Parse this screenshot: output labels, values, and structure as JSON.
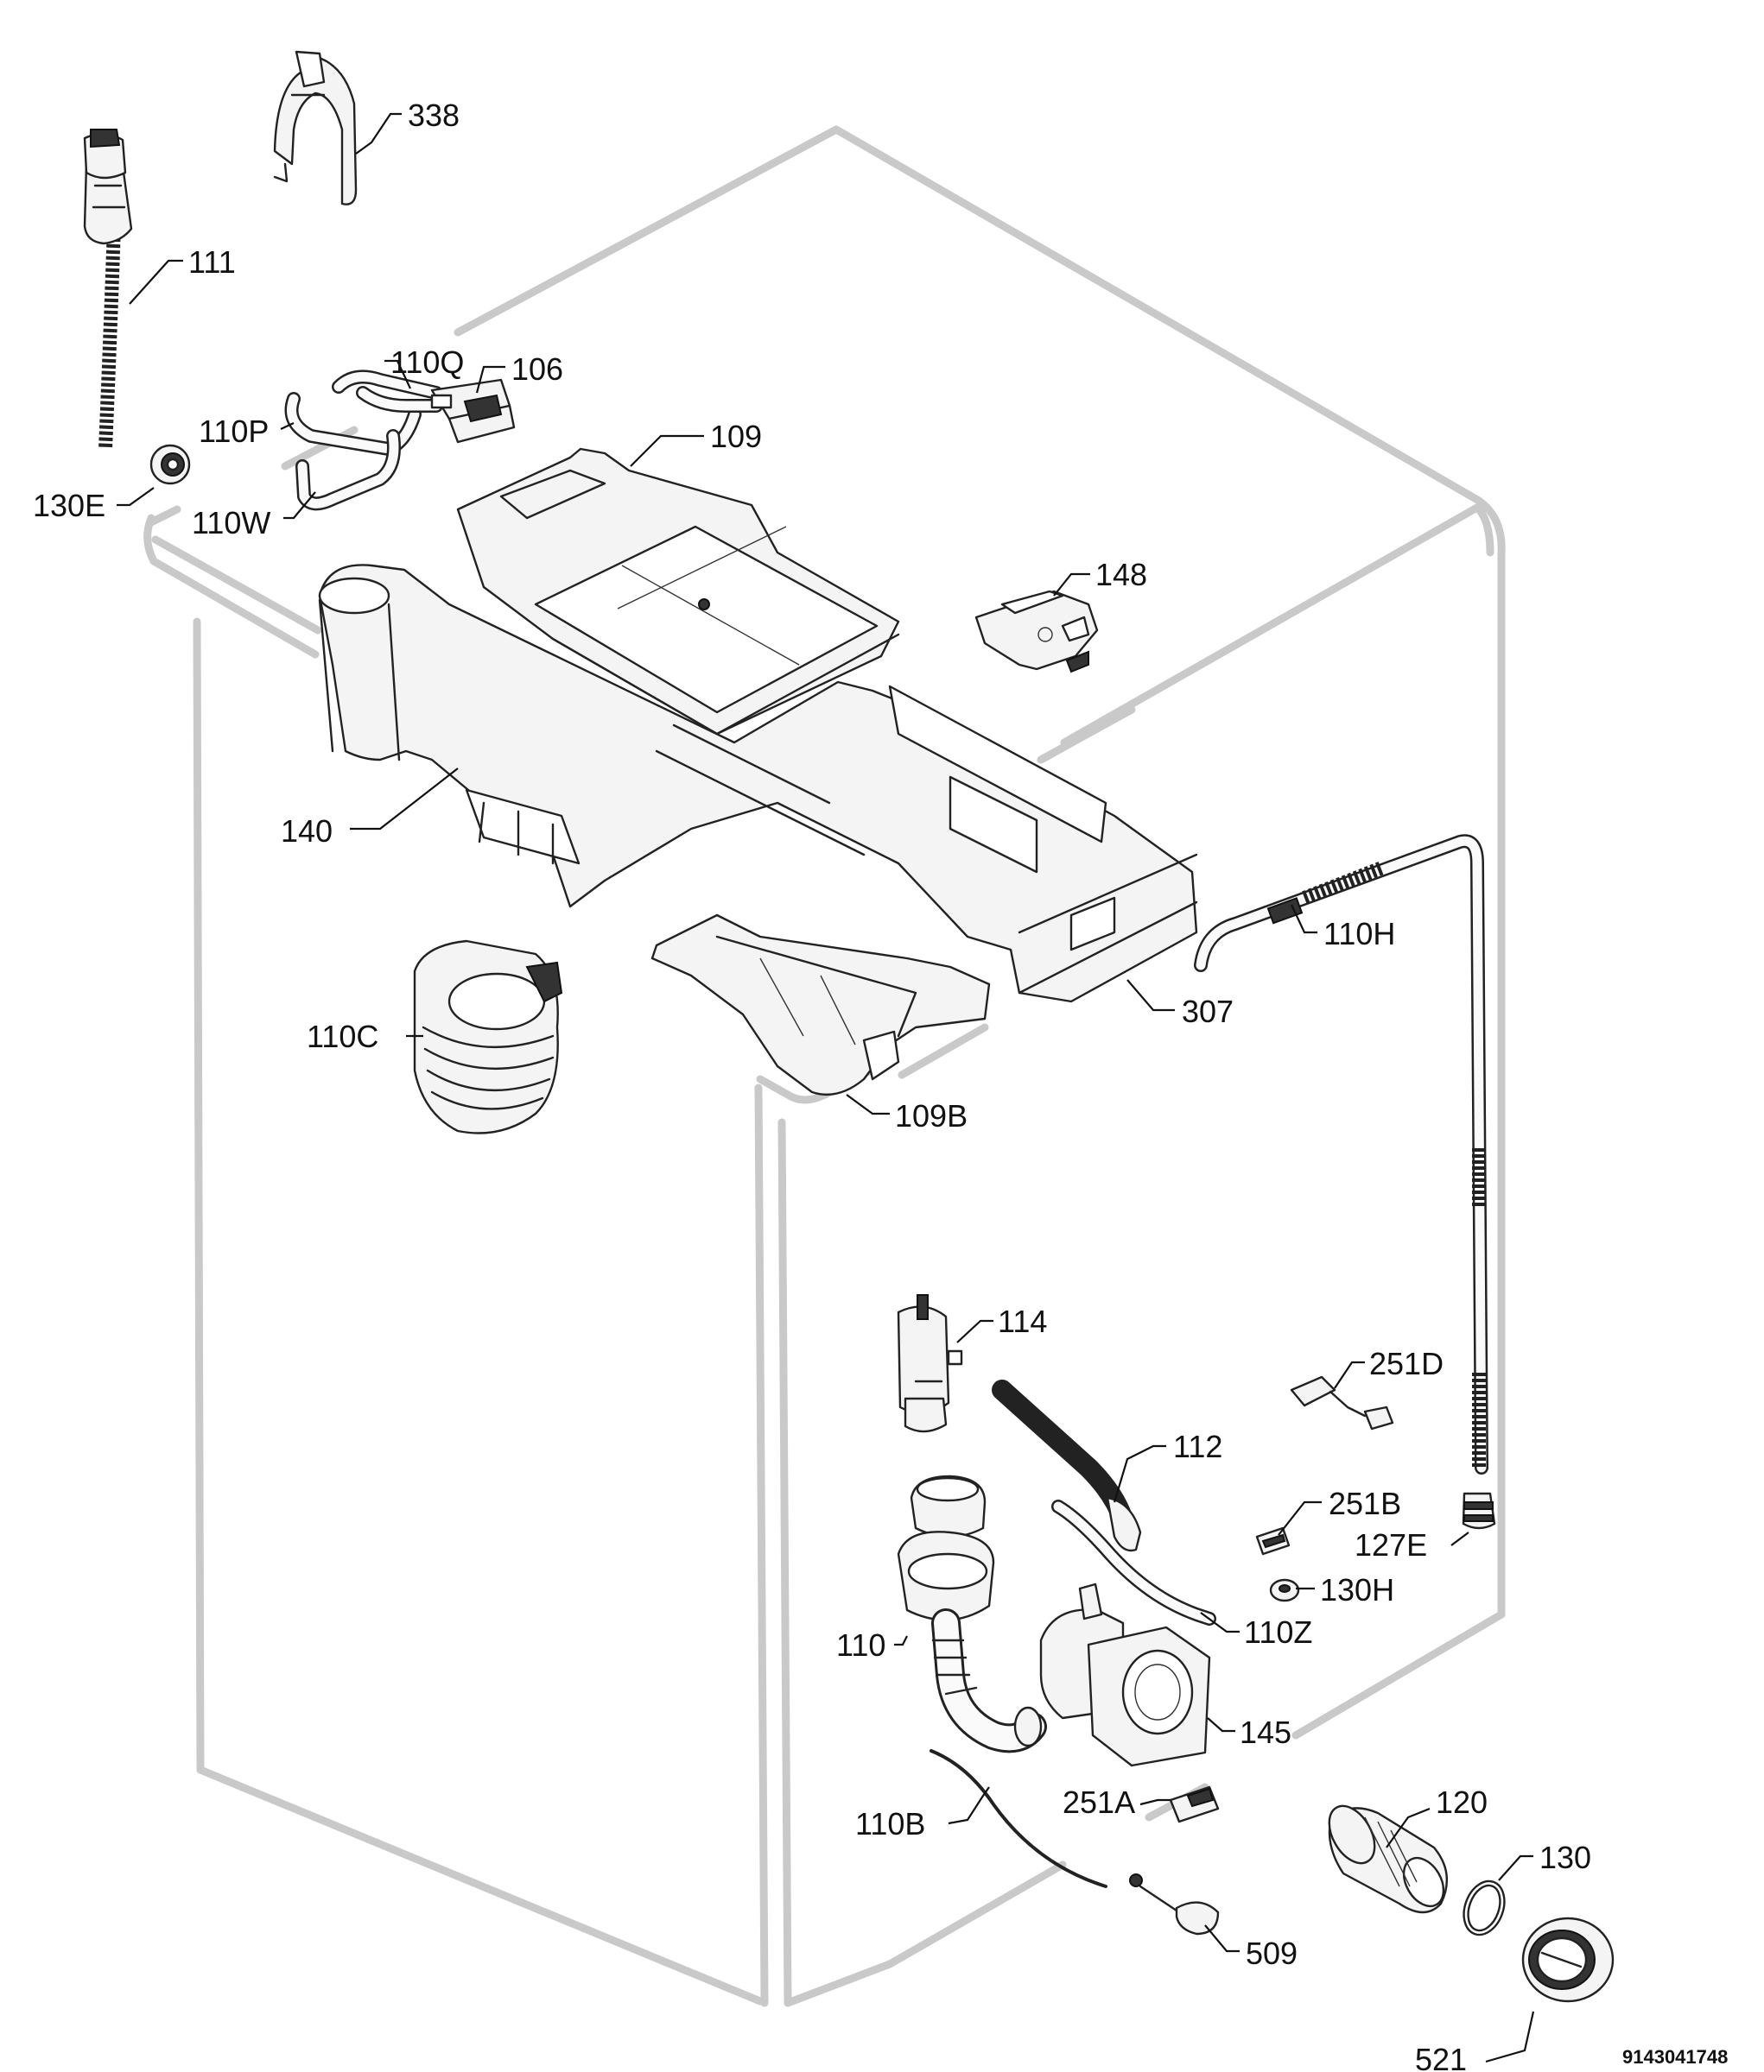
{
  "labels": {
    "p338": "338",
    "p111": "111",
    "p110Q": "110Q",
    "p106": "106",
    "p109": "109",
    "p110P": "110P",
    "p130E": "130E",
    "p110W": "110W",
    "p148": "148",
    "p140": "140",
    "p110H": "110H",
    "p307": "307",
    "p110C": "110C",
    "p109B": "109B",
    "p114": "114",
    "p251D": "251D",
    "p112": "112",
    "p251B": "251B",
    "p127E": "127E",
    "p130H": "130H",
    "p110": "110",
    "p110Z": "110Z",
    "p145": "145",
    "p251A": "251A",
    "p120": "120",
    "p110B": "110B",
    "p130": "130",
    "p509": "509",
    "p521": "521"
  },
  "document_number": "9143041748",
  "colors": {
    "cabinet_outline": "#c9c9c9",
    "part_stroke": "#222222",
    "label_text": "#111111"
  }
}
